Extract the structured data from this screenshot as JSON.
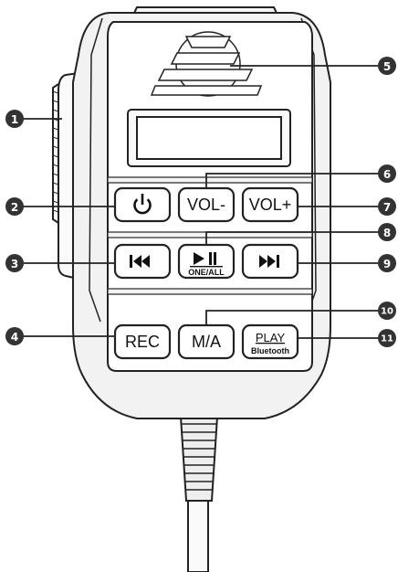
{
  "buttons": {
    "vol_minus": "VOL-",
    "vol_plus": "VOL+",
    "rec": "REC",
    "ma": "M/A",
    "one_all": "ONE/ALL",
    "play": "PLAY",
    "bluetooth": "Bluetooth"
  },
  "callouts": [
    "1",
    "2",
    "3",
    "4",
    "5",
    "6",
    "7",
    "8",
    "9",
    "10",
    "11"
  ],
  "icons": [
    "power-icon",
    "previous-track-icon",
    "play-pause-icon",
    "next-track-icon"
  ],
  "colors": {
    "outline": "#222222",
    "callout_fill": "#333333",
    "body_fill": "#f2f2f2"
  }
}
